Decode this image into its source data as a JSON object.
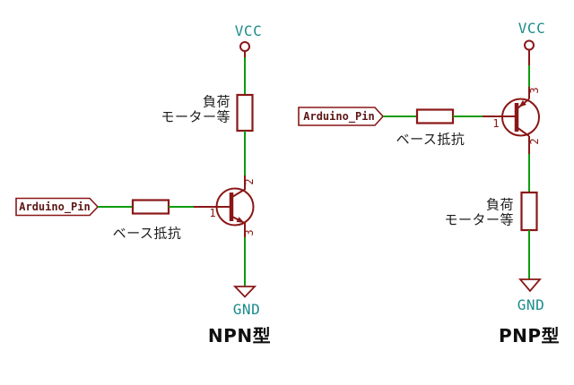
{
  "colors": {
    "background": "#ffffff",
    "wire": "#0e9b0e",
    "component": "#8a1717",
    "power_label": "#1b8b8b",
    "caption": "#1d1d1d",
    "hlabel_text": "#5d1616"
  },
  "left_circuit": {
    "title": "NPN型",
    "vcc_label": "VCC",
    "gnd_label": "GND",
    "input_label": "Arduino_Pin",
    "base_resistor_caption": "ベース抵抗",
    "load_caption_line1": "負荷",
    "load_caption_line2": "モーター等",
    "pin_base": "1",
    "pin_collector": "2",
    "pin_emitter": "3"
  },
  "right_circuit": {
    "title": "PNP型",
    "vcc_label": "VCC",
    "gnd_label": "GND",
    "input_label": "Arduino_Pin",
    "base_resistor_caption": "ベース抵抗",
    "load_caption_line1": "負荷",
    "load_caption_line2": "モーター等",
    "pin_base": "1",
    "pin_emitter": "3",
    "pin_collector": "2"
  }
}
